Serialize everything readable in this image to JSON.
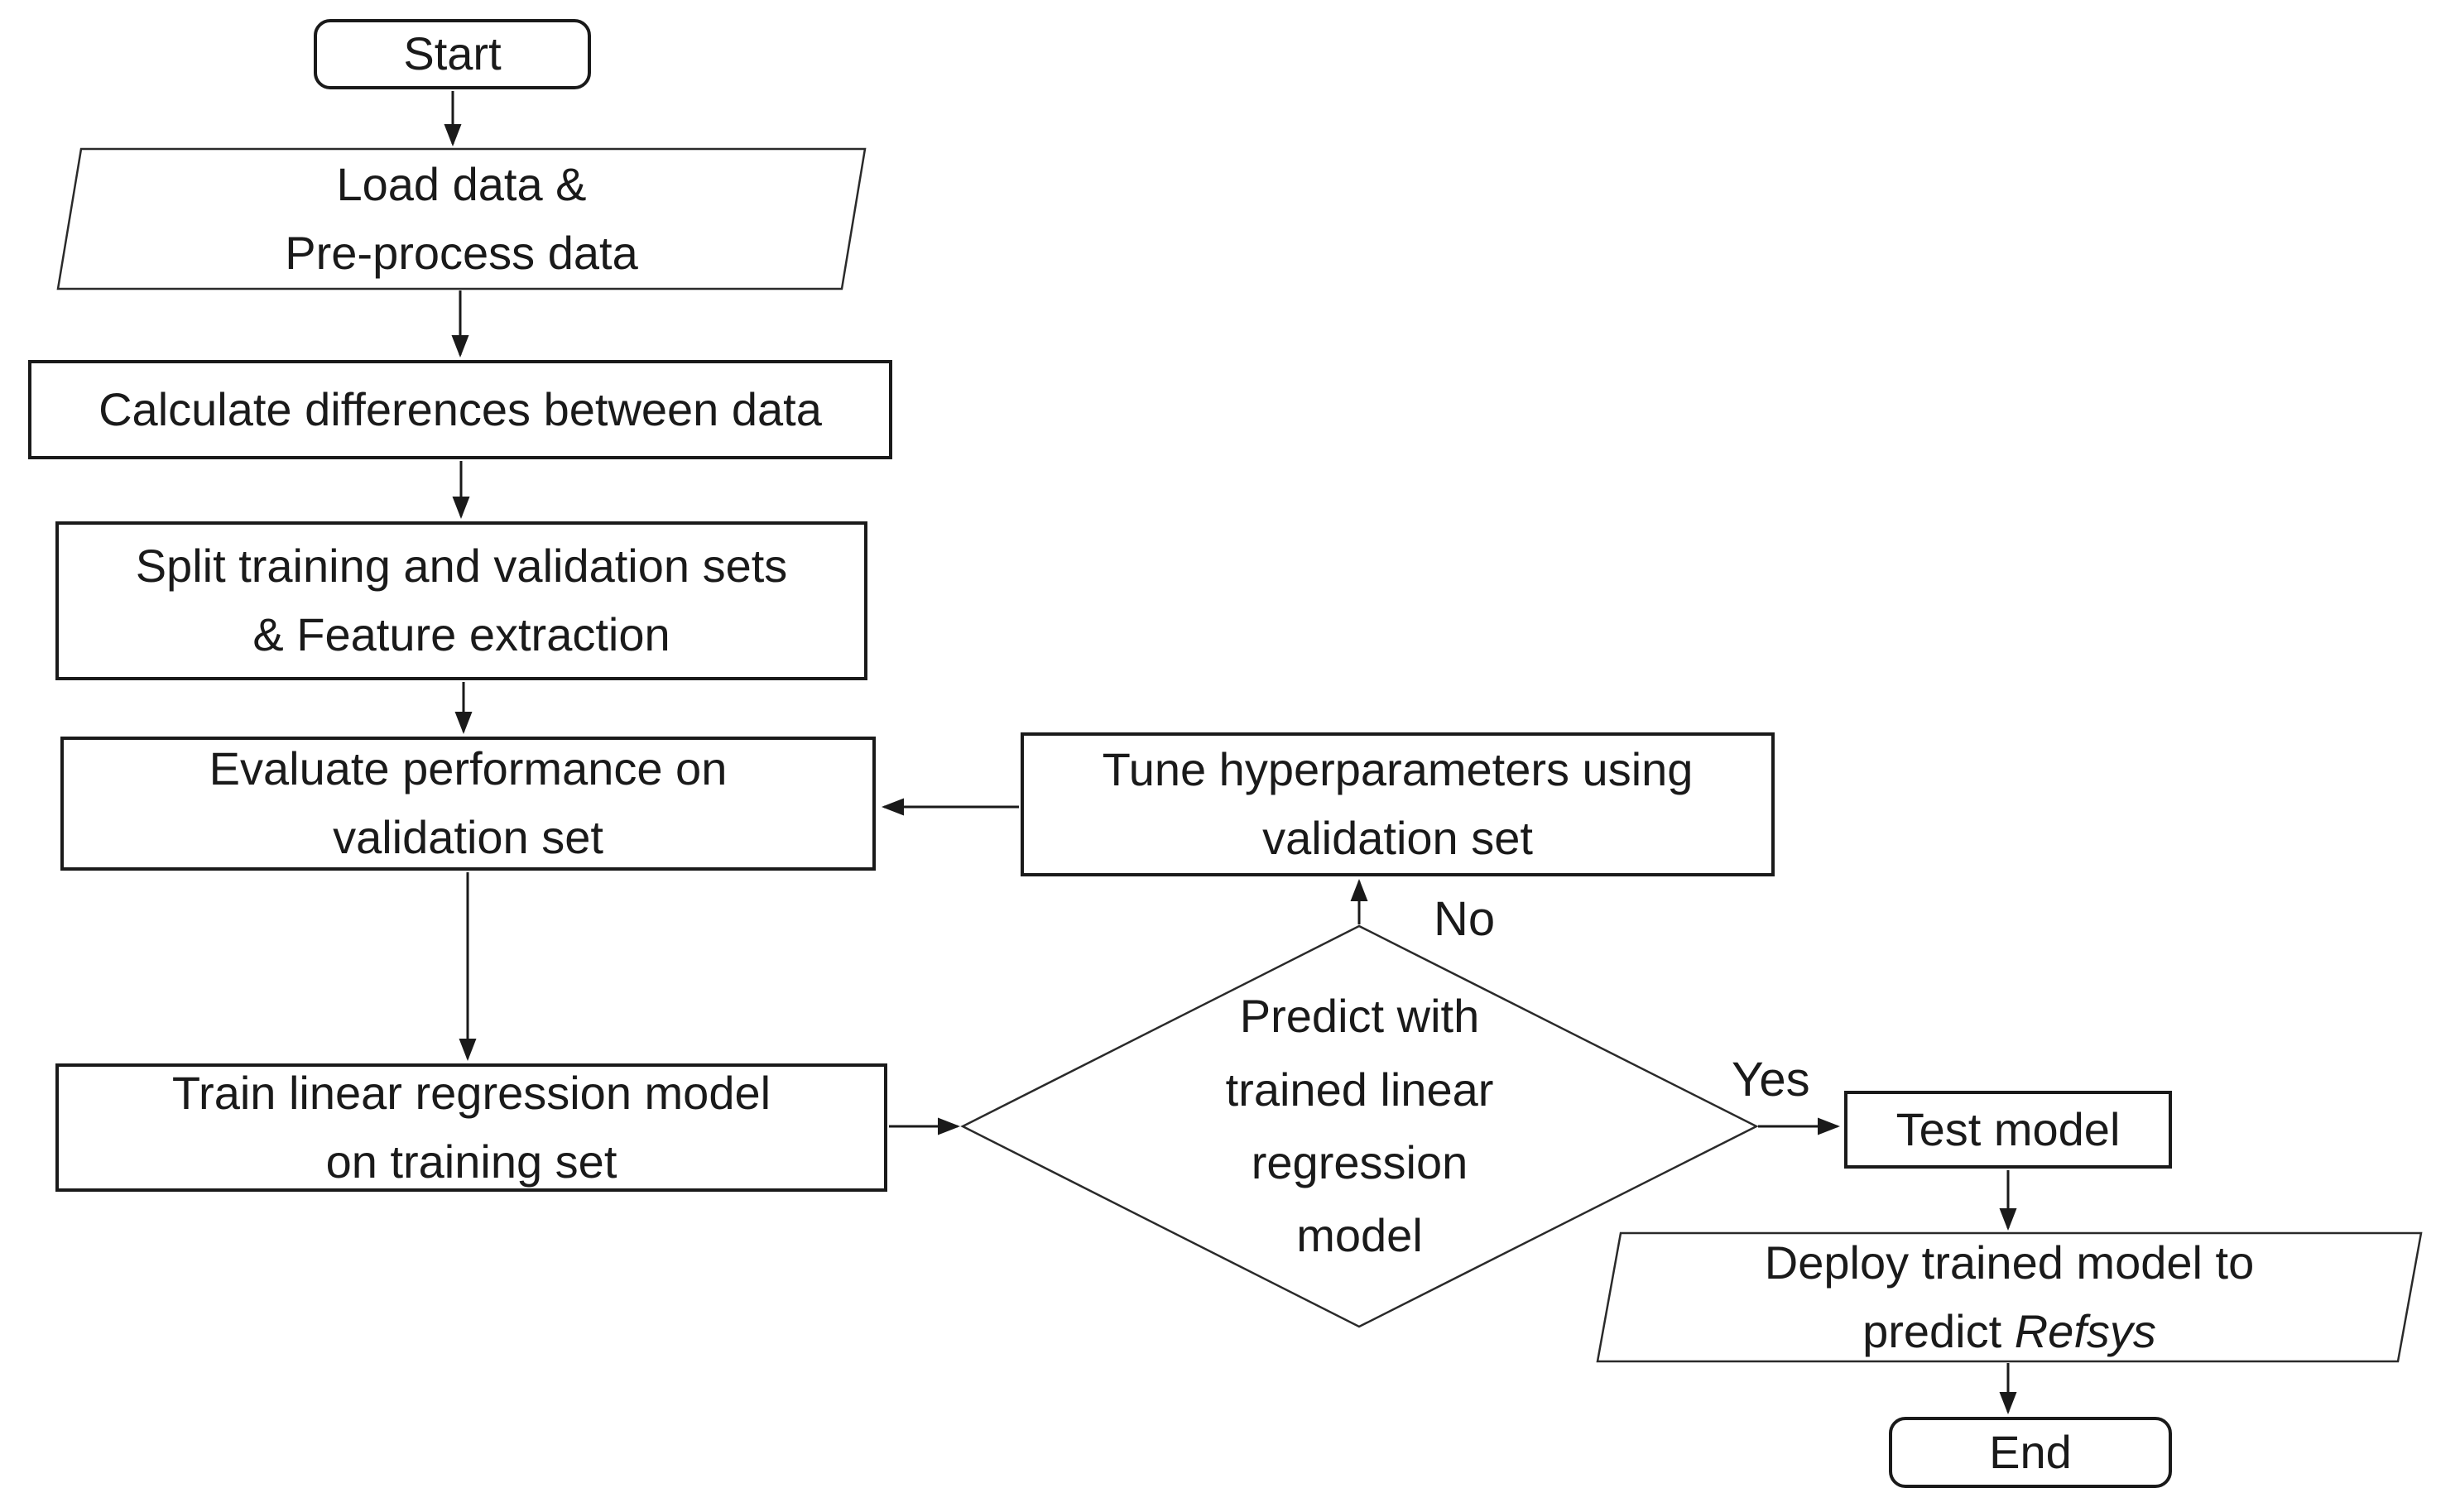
{
  "diagram": {
    "type": "flowchart",
    "background_color": "#ffffff",
    "stroke_color": "#1a1a1a",
    "nodes": {
      "start": {
        "shape": "terminator",
        "label": "Start"
      },
      "load": {
        "shape": "parallelogram",
        "line1": "Load data &",
        "line2": "Pre-process data"
      },
      "calc": {
        "shape": "rectangle",
        "line1": "Calculate differences between data"
      },
      "split": {
        "shape": "rectangle",
        "line1": "Split training and validation sets",
        "line2": "& Feature extraction"
      },
      "evaluate": {
        "shape": "rectangle",
        "line1": "Evaluate performance on",
        "line2": "validation set"
      },
      "tune": {
        "shape": "rectangle",
        "line1": "Tune hyperparameters using",
        "line2": "validation set"
      },
      "train": {
        "shape": "rectangle",
        "line1": "Train linear regression model",
        "line2": "on training set"
      },
      "decision": {
        "shape": "diamond",
        "line1": "Predict with",
        "line2": "trained linear",
        "line3": "regression",
        "line4": "model"
      },
      "test": {
        "shape": "rectangle",
        "label": "Test model"
      },
      "deploy": {
        "shape": "parallelogram",
        "line1": "Deploy trained model to",
        "line2_prefix": "predict ",
        "line2_italic": "Refsys"
      },
      "end": {
        "shape": "terminator",
        "label": "End"
      }
    },
    "edge_labels": {
      "no": "No",
      "yes": "Yes"
    }
  }
}
